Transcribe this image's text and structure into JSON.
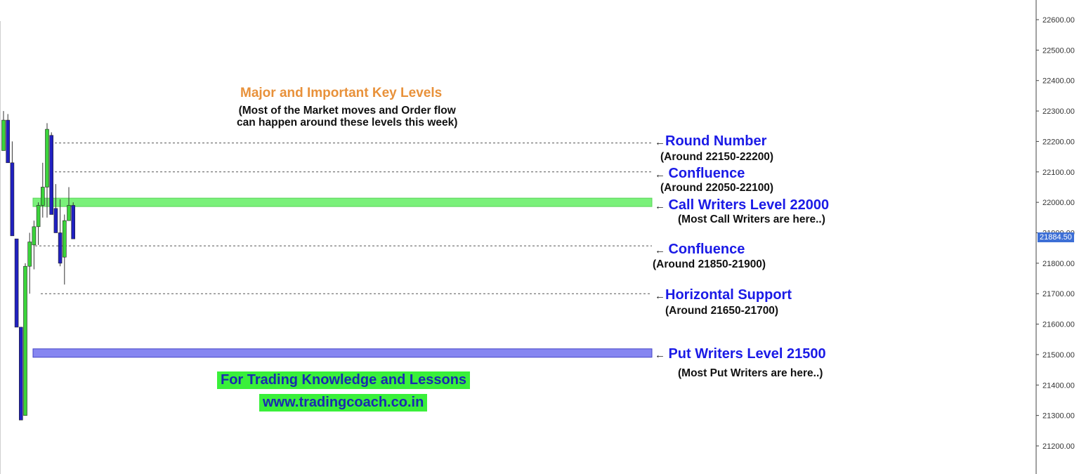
{
  "chart_data": {
    "type": "candlestick",
    "title": "Major and Important Key Levels",
    "subtitle_lines": [
      "(Most of the Market moves and Order flow",
      "can happen around these levels this week)"
    ],
    "ylim": [
      21100,
      22640
    ],
    "y_ticks": [
      22600,
      22500,
      22400,
      22300,
      22200,
      22100,
      22000,
      21900,
      21800,
      21700,
      21600,
      21500,
      21400,
      21300,
      21200
    ],
    "current_price": 21884.5,
    "current_price_label": "21884.50",
    "candles": [
      {
        "open": 22170,
        "high": 22300,
        "low": 22170,
        "close": 22270
      },
      {
        "open": 22270,
        "high": 22290,
        "low": 22130,
        "close": 22130
      },
      {
        "open": 22130,
        "high": 22200,
        "low": 21890,
        "close": 21890
      },
      {
        "open": 21880,
        "high": 21880,
        "low": 21590,
        "close": 21590
      },
      {
        "open": 21590,
        "high": 21590,
        "low": 21285,
        "close": 21285
      },
      {
        "open": 21300,
        "high": 21800,
        "low": 21300,
        "close": 21790
      },
      {
        "open": 21790,
        "high": 21900,
        "low": 21700,
        "close": 21870
      },
      {
        "open": 21860,
        "high": 21940,
        "low": 21780,
        "close": 21920
      },
      {
        "open": 21920,
        "high": 22000,
        "low": 21860,
        "close": 21990
      },
      {
        "open": 21990,
        "high": 22130,
        "low": 21950,
        "close": 22050
      },
      {
        "open": 22050,
        "high": 22260,
        "low": 21950,
        "close": 22240
      },
      {
        "open": 22220,
        "high": 22230,
        "low": 21960,
        "close": 21960
      },
      {
        "open": 21980,
        "high": 22060,
        "low": 21900,
        "close": 21900
      },
      {
        "open": 21900,
        "high": 22010,
        "low": 21790,
        "close": 21800
      },
      {
        "open": 21820,
        "high": 21960,
        "low": 21730,
        "close": 21940
      },
      {
        "open": 21940,
        "high": 22050,
        "low": 21940,
        "close": 21990
      },
      {
        "open": 21990,
        "high": 22000,
        "low": 21880,
        "close": 21880
      }
    ],
    "up_color": "#3bd43b",
    "down_color": "#2020c0",
    "levels": [
      {
        "price": 22195,
        "style": "dashed",
        "heading": "Round Number",
        "sub": "(Around 22150-22200)"
      },
      {
        "price": 22100,
        "style": "dashed",
        "heading": "Confluence",
        "sub": "(Around 22050-22100)"
      },
      {
        "price": 22000,
        "style": "band",
        "color": "#6cf06c",
        "heading": "Call Writers Level 22000",
        "sub": "(Most Call Writers are here..)"
      },
      {
        "price": 21857,
        "style": "dashed",
        "heading": "Confluence",
        "sub": "(Around 21850-21900)"
      },
      {
        "price": 21700,
        "style": "dashed",
        "heading": "Horizontal Support",
        "sub": "(Around 21650-21700)"
      },
      {
        "price": 21505,
        "style": "band",
        "color": "#7a7af0",
        "heading": "Put Writers Level 21500",
        "sub": "(Most Put Writers are here..)"
      }
    ]
  },
  "arrow_glyph": "←",
  "promo": {
    "line1": "For Trading Knowledge and Lessons",
    "line2": "www.tradingcoach.co.in"
  }
}
